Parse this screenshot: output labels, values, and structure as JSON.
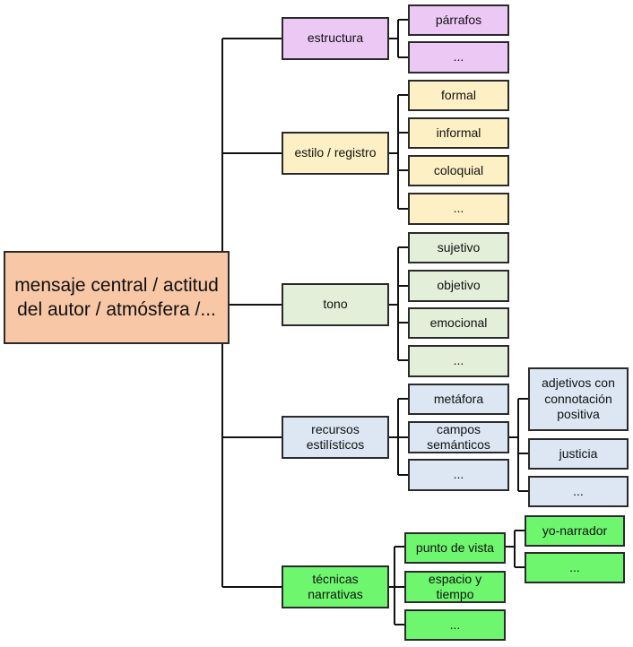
{
  "diagram": {
    "root": {
      "label": "mensaje central / actitud del autor / atmósfera /...",
      "color": "#f7c7a6"
    },
    "branches": [
      {
        "label": "estructura",
        "color": "#ecc8f5",
        "children": [
          {
            "label": "párrafos"
          },
          {
            "label": "..."
          }
        ]
      },
      {
        "label": "estilo / registro",
        "color": "#fdf0c4",
        "children": [
          {
            "label": "formal"
          },
          {
            "label": "informal"
          },
          {
            "label": "coloquial"
          },
          {
            "label": "..."
          }
        ]
      },
      {
        "label": "tono",
        "color": "#e3efd9",
        "children": [
          {
            "label": "sujetivo"
          },
          {
            "label": "objetivo"
          },
          {
            "label": "emocional"
          },
          {
            "label": "..."
          }
        ]
      },
      {
        "label": "recursos estilísticos",
        "color": "#dce7f3",
        "children": [
          {
            "label": "metáfora"
          },
          {
            "label": "campos semánticos",
            "children": [
              {
                "label": "adjetivos con connotación positiva"
              },
              {
                "label": "justicia"
              },
              {
                "label": "..."
              }
            ]
          },
          {
            "label": "..."
          }
        ]
      },
      {
        "label": "técnicas narrativas",
        "color": "#6ef76e",
        "children": [
          {
            "label": "punto de vista",
            "children": [
              {
                "label": "yo-narrador"
              },
              {
                "label": "..."
              }
            ]
          },
          {
            "label": "espacio y tiempo"
          },
          {
            "label": "..."
          }
        ]
      }
    ]
  }
}
